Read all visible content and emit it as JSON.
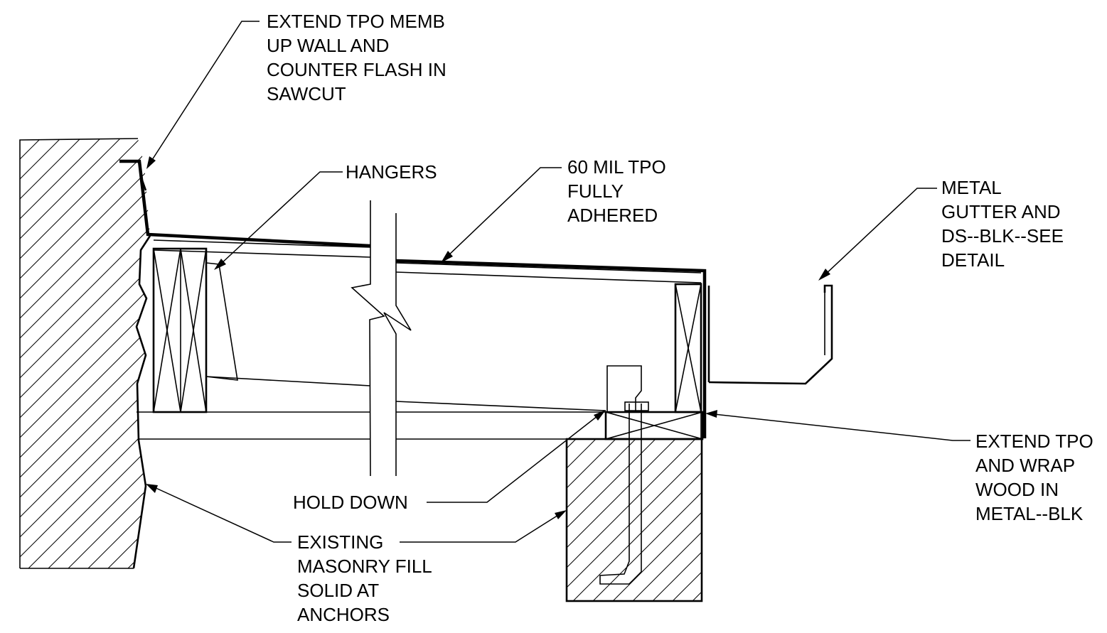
{
  "drawing": {
    "line_color": "#000000",
    "background": "#ffffff"
  },
  "callouts": {
    "extend_tpo_memb": {
      "lines": [
        "EXTEND TPO MEMB",
        "UP WALL AND",
        "COUNTER FLASH IN",
        "SAWCUT"
      ]
    },
    "hangers": {
      "lines": [
        "HANGERS"
      ]
    },
    "tpo_60mil": {
      "lines": [
        "60 MIL TPO",
        "FULLY",
        "ADHERED"
      ]
    },
    "metal_gutter": {
      "lines": [
        "METAL",
        "GUTTER AND",
        "DS--BLK--SEE",
        "DETAIL"
      ]
    },
    "extend_tpo_wrap": {
      "lines": [
        "EXTEND TPO",
        "AND WRAP",
        "WOOD IN",
        "METAL--BLK"
      ]
    },
    "hold_down": {
      "lines": [
        "HOLD DOWN"
      ]
    },
    "existing_masonry": {
      "lines": [
        "EXISTING",
        "MASONRY FILL",
        "SOLID AT",
        "ANCHORS"
      ]
    }
  }
}
